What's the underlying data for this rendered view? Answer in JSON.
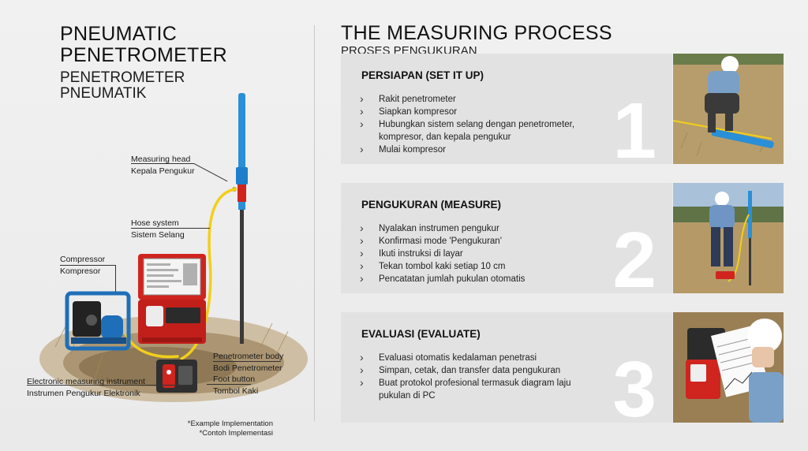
{
  "left": {
    "title_en": "PNEUMATIC\nPENETROMETER",
    "title_id": "PENETROMETER\nPNEUMATIK",
    "callouts": {
      "measuring_head": {
        "en": "Measuring head",
        "id": "Kepala Pengukur"
      },
      "hose_system": {
        "en": "Hose system",
        "id": "Sistem Selang"
      },
      "compressor": {
        "en": "Compressor",
        "id": "Kompresor"
      },
      "penetrometer_body": {
        "en": "Penetrometer body",
        "id": "Bodi Penetrometer"
      },
      "foot_button": {
        "en": "Foot button",
        "id": "Tombol Kaki"
      },
      "electronic_instrument": {
        "en": "Electronic measuring instrument",
        "id": "Instrumen Pengukur Elektronik"
      }
    },
    "footnote": {
      "en": "*Example Implementation",
      "id": "*Contoh Implementasi"
    }
  },
  "right": {
    "title": "THE MEASURING PROCESS",
    "subtitle": "PROSES PENGUKURAN",
    "steps": [
      {
        "number": "1",
        "heading": "PERSIAPAN (SET IT UP)",
        "items": [
          "Rakit penetrometer",
          "Siapkan kompresor",
          "Hubungkan sistem selang dengan penetrometer, kompresor, dan kepala pengukur",
          "Mulai kompresor"
        ]
      },
      {
        "number": "2",
        "heading": "PENGUKURAN (MEASURE)",
        "items": [
          "Nyalakan instrumen pengukur",
          "Konfirmasi mode 'Pengukuran'",
          "Ikuti instruksi di layar",
          "Tekan tombol kaki setiap 10 cm",
          "Pencatatan jumlah pukulan otomatis"
        ]
      },
      {
        "number": "3",
        "heading": "EVALUASI (EVALUATE)",
        "items": [
          "Evaluasi otomatis kedalaman penetrasi",
          "Simpan, cetak, dan transfer data pengukuran",
          "Buat protokol profesional termasuk diagram laju pukulan di PC"
        ]
      }
    ]
  },
  "colors": {
    "card_bg": "#e2e2e2",
    "rod_blue": "#2a8fd6",
    "case_red": "#d0241f",
    "compressor_blue": "#1f6fb8",
    "hose_yellow": "#f2cf1a"
  }
}
